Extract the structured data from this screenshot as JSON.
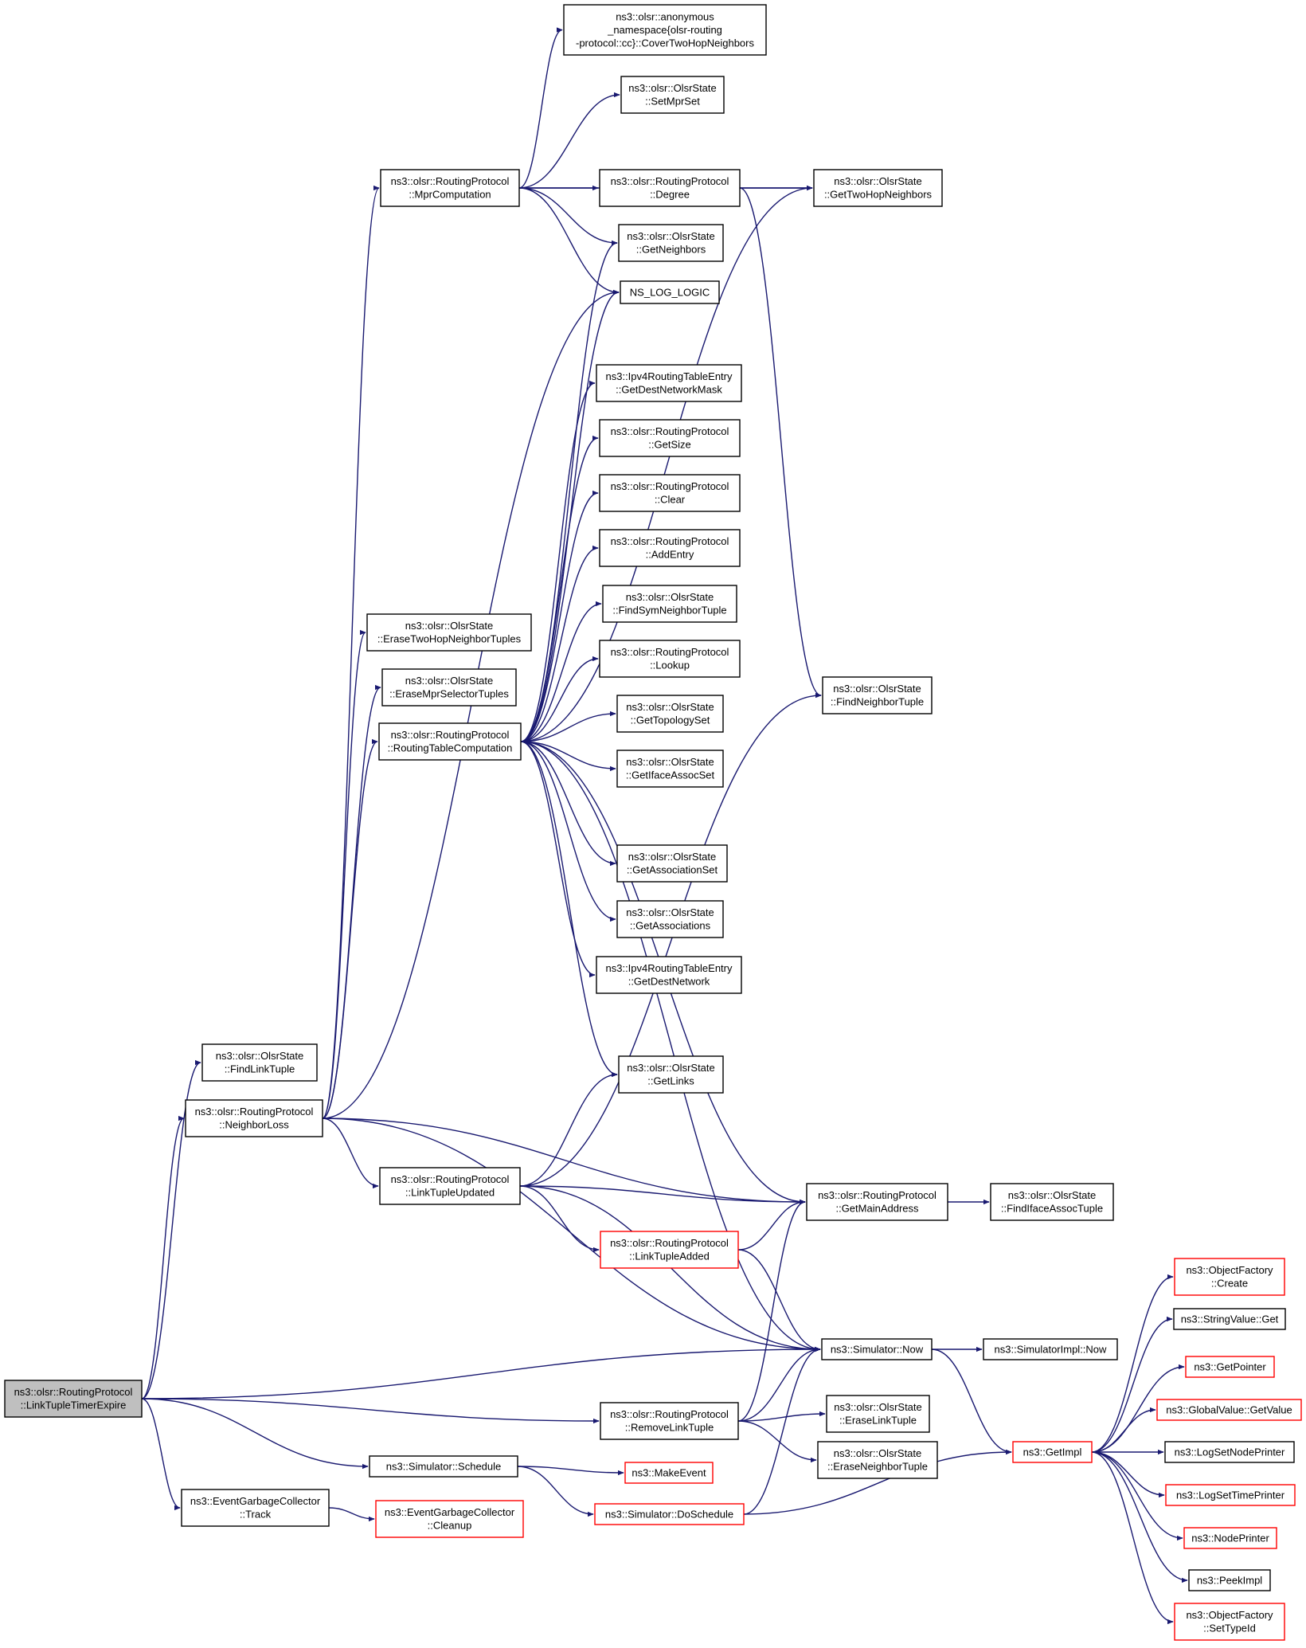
{
  "nodes": [
    {
      "id": "root",
      "lines": [
        "ns3::olsr::RoutingProtocol",
        "::LinkTupleTimerExpire"
      ],
      "style": "root"
    },
    {
      "id": "findLinkTuple",
      "lines": [
        "ns3::olsr::OlsrState",
        "::FindLinkTuple"
      ],
      "style": "normal"
    },
    {
      "id": "neighborLoss",
      "lines": [
        "ns3::olsr::RoutingProtocol",
        "::NeighborLoss"
      ],
      "style": "normal"
    },
    {
      "id": "egcTrack",
      "lines": [
        "ns3::EventGarbageCollector",
        "::Track"
      ],
      "style": "normal"
    },
    {
      "id": "egcCleanup",
      "lines": [
        "ns3::EventGarbageCollector",
        "::Cleanup"
      ],
      "style": "red"
    },
    {
      "id": "eraseTwoHopNT",
      "lines": [
        "ns3::olsr::OlsrState",
        "::EraseTwoHopNeighborTuples"
      ],
      "style": "normal"
    },
    {
      "id": "eraseMprST",
      "lines": [
        "ns3::olsr::OlsrState",
        "::EraseMprSelectorTuples"
      ],
      "style": "normal"
    },
    {
      "id": "rtc",
      "lines": [
        "ns3::olsr::RoutingProtocol",
        "::RoutingTableComputation"
      ],
      "style": "normal"
    },
    {
      "id": "mpr",
      "lines": [
        "ns3::olsr::RoutingProtocol",
        "::MprComputation"
      ],
      "style": "normal"
    },
    {
      "id": "ltu",
      "lines": [
        "ns3::olsr::RoutingProtocol",
        "::LinkTupleUpdated"
      ],
      "style": "normal"
    },
    {
      "id": "schedule",
      "lines": [
        "ns3::Simulator::Schedule"
      ],
      "style": "normal"
    },
    {
      "id": "cover",
      "lines": [
        "ns3::olsr::anonymous",
        "_namespace{olsr-routing",
        "-protocol::cc}::CoverTwoHopNeighbors"
      ],
      "style": "normal"
    },
    {
      "id": "setMprSet",
      "lines": [
        "ns3::olsr::OlsrState",
        "::SetMprSet"
      ],
      "style": "normal"
    },
    {
      "id": "degree",
      "lines": [
        "ns3::olsr::RoutingProtocol",
        "::Degree"
      ],
      "style": "normal"
    },
    {
      "id": "getNeighbors",
      "lines": [
        "ns3::olsr::OlsrState",
        "::GetNeighbors"
      ],
      "style": "normal"
    },
    {
      "id": "nslog",
      "lines": [
        "NS_LOG_LOGIC"
      ],
      "style": "normal"
    },
    {
      "id": "gdnm",
      "lines": [
        "ns3::Ipv4RoutingTableEntry",
        "::GetDestNetworkMask"
      ],
      "style": "normal"
    },
    {
      "id": "getSize",
      "lines": [
        "ns3::olsr::RoutingProtocol",
        "::GetSize"
      ],
      "style": "normal"
    },
    {
      "id": "clear",
      "lines": [
        "ns3::olsr::RoutingProtocol",
        "::Clear"
      ],
      "style": "normal"
    },
    {
      "id": "addEntry",
      "lines": [
        "ns3::olsr::RoutingProtocol",
        "::AddEntry"
      ],
      "style": "normal"
    },
    {
      "id": "findSym",
      "lines": [
        "ns3::olsr::OlsrState",
        "::FindSymNeighborTuple"
      ],
      "style": "normal"
    },
    {
      "id": "lookup",
      "lines": [
        "ns3::olsr::RoutingProtocol",
        "::Lookup"
      ],
      "style": "normal"
    },
    {
      "id": "getTopo",
      "lines": [
        "ns3::olsr::OlsrState",
        "::GetTopologySet"
      ],
      "style": "normal"
    },
    {
      "id": "getIface",
      "lines": [
        "ns3::olsr::OlsrState",
        "::GetIfaceAssocSet"
      ],
      "style": "normal"
    },
    {
      "id": "getAssocSet",
      "lines": [
        "ns3::olsr::OlsrState",
        "::GetAssociationSet"
      ],
      "style": "normal"
    },
    {
      "id": "getAssocs",
      "lines": [
        "ns3::olsr::OlsrState",
        "::GetAssociations"
      ],
      "style": "normal"
    },
    {
      "id": "gdn",
      "lines": [
        "ns3::Ipv4RoutingTableEntry",
        "::GetDestNetwork"
      ],
      "style": "normal"
    },
    {
      "id": "getLinks",
      "lines": [
        "ns3::olsr::OlsrState",
        "::GetLinks"
      ],
      "style": "normal"
    },
    {
      "id": "lta",
      "lines": [
        "ns3::olsr::RoutingProtocol",
        "::LinkTupleAdded"
      ],
      "style": "red"
    },
    {
      "id": "rlt",
      "lines": [
        "ns3::olsr::RoutingProtocol",
        "::RemoveLinkTuple"
      ],
      "style": "normal"
    },
    {
      "id": "makeEvent",
      "lines": [
        "ns3::MakeEvent"
      ],
      "style": "red"
    },
    {
      "id": "doSchedule",
      "lines": [
        "ns3::Simulator::DoSchedule"
      ],
      "style": "red"
    },
    {
      "id": "getTwoHop",
      "lines": [
        "ns3::olsr::OlsrState",
        "::GetTwoHopNeighbors"
      ],
      "style": "normal"
    },
    {
      "id": "findNeighbor",
      "lines": [
        "ns3::olsr::OlsrState",
        "::FindNeighborTuple"
      ],
      "style": "normal"
    },
    {
      "id": "getMainAddr",
      "lines": [
        "ns3::olsr::RoutingProtocol",
        "::GetMainAddress"
      ],
      "style": "normal"
    },
    {
      "id": "now",
      "lines": [
        "ns3::Simulator::Now"
      ],
      "style": "normal"
    },
    {
      "id": "eraseLink",
      "lines": [
        "ns3::olsr::OlsrState",
        "::EraseLinkTuple"
      ],
      "style": "normal"
    },
    {
      "id": "eraseNeighbor",
      "lines": [
        "ns3::olsr::OlsrState",
        "::EraseNeighborTuple"
      ],
      "style": "normal"
    },
    {
      "id": "findIface",
      "lines": [
        "ns3::olsr::OlsrState",
        "::FindIfaceAssocTuple"
      ],
      "style": "normal"
    },
    {
      "id": "implNow",
      "lines": [
        "ns3::SimulatorImpl::Now"
      ],
      "style": "normal"
    },
    {
      "id": "getImpl",
      "lines": [
        "ns3::GetImpl"
      ],
      "style": "red"
    },
    {
      "id": "ofCreate",
      "lines": [
        "ns3::ObjectFactory",
        "::Create"
      ],
      "style": "red"
    },
    {
      "id": "svGet",
      "lines": [
        "ns3::StringValue::Get"
      ],
      "style": "normal"
    },
    {
      "id": "getPointer",
      "lines": [
        "ns3::GetPointer"
      ],
      "style": "red"
    },
    {
      "id": "gvGet",
      "lines": [
        "ns3::GlobalValue::GetValue"
      ],
      "style": "red"
    },
    {
      "id": "logNode",
      "lines": [
        "ns3::LogSetNodePrinter"
      ],
      "style": "normal"
    },
    {
      "id": "logTime",
      "lines": [
        "ns3::LogSetTimePrinter"
      ],
      "style": "red"
    },
    {
      "id": "nodePrinter",
      "lines": [
        "ns3::NodePrinter"
      ],
      "style": "red"
    },
    {
      "id": "peekImpl",
      "lines": [
        "ns3::PeekImpl"
      ],
      "style": "normal"
    },
    {
      "id": "ofSetType",
      "lines": [
        "ns3::ObjectFactory",
        "::SetTypeId"
      ],
      "style": "red"
    }
  ],
  "edges": [
    [
      "root",
      "findLinkTuple"
    ],
    [
      "root",
      "neighborLoss"
    ],
    [
      "root",
      "now"
    ],
    [
      "root",
      "rlt"
    ],
    [
      "root",
      "schedule"
    ],
    [
      "root",
      "egcTrack"
    ],
    [
      "egcTrack",
      "egcCleanup"
    ],
    [
      "neighborLoss",
      "eraseTwoHopNT"
    ],
    [
      "neighborLoss",
      "eraseMprST"
    ],
    [
      "neighborLoss",
      "rtc"
    ],
    [
      "neighborLoss",
      "mpr"
    ],
    [
      "neighborLoss",
      "ltu"
    ],
    [
      "neighborLoss",
      "getMainAddr"
    ],
    [
      "neighborLoss",
      "now"
    ],
    [
      "neighborLoss",
      "nslog"
    ],
    [
      "mpr",
      "cover"
    ],
    [
      "mpr",
      "setMprSet"
    ],
    [
      "mpr",
      "getTwoHop"
    ],
    [
      "mpr",
      "degree"
    ],
    [
      "mpr",
      "getNeighbors"
    ],
    [
      "mpr",
      "nslog"
    ],
    [
      "degree",
      "getTwoHop"
    ],
    [
      "degree",
      "findNeighbor"
    ],
    [
      "rtc",
      "getNeighbors"
    ],
    [
      "rtc",
      "nslog"
    ],
    [
      "rtc",
      "getTwoHop"
    ],
    [
      "rtc",
      "gdnm"
    ],
    [
      "rtc",
      "getSize"
    ],
    [
      "rtc",
      "clear"
    ],
    [
      "rtc",
      "addEntry"
    ],
    [
      "rtc",
      "findSym"
    ],
    [
      "rtc",
      "lookup"
    ],
    [
      "rtc",
      "getTopo"
    ],
    [
      "rtc",
      "getIface"
    ],
    [
      "rtc",
      "getMainAddr"
    ],
    [
      "rtc",
      "getAssocSet"
    ],
    [
      "rtc",
      "getAssocs"
    ],
    [
      "rtc",
      "gdn"
    ],
    [
      "rtc",
      "getLinks"
    ],
    [
      "rtc",
      "now"
    ],
    [
      "ltu",
      "getLinks"
    ],
    [
      "ltu",
      "findNeighbor"
    ],
    [
      "ltu",
      "getMainAddr"
    ],
    [
      "ltu",
      "lta"
    ],
    [
      "ltu",
      "now"
    ],
    [
      "lta",
      "getMainAddr"
    ],
    [
      "lta",
      "now"
    ],
    [
      "getMainAddr",
      "findIface"
    ],
    [
      "rlt",
      "getMainAddr"
    ],
    [
      "rlt",
      "now"
    ],
    [
      "rlt",
      "eraseLink"
    ],
    [
      "rlt",
      "eraseNeighbor"
    ],
    [
      "schedule",
      "makeEvent"
    ],
    [
      "schedule",
      "doSchedule"
    ],
    [
      "doSchedule",
      "now"
    ],
    [
      "doSchedule",
      "getImpl"
    ],
    [
      "now",
      "implNow"
    ],
    [
      "now",
      "getImpl"
    ],
    [
      "getImpl",
      "ofCreate"
    ],
    [
      "getImpl",
      "svGet"
    ],
    [
      "getImpl",
      "getPointer"
    ],
    [
      "getImpl",
      "gvGet"
    ],
    [
      "getImpl",
      "logNode"
    ],
    [
      "getImpl",
      "logTime"
    ],
    [
      "getImpl",
      "nodePrinter"
    ],
    [
      "getImpl",
      "peekImpl"
    ],
    [
      "getImpl",
      "ofSetType"
    ]
  ]
}
